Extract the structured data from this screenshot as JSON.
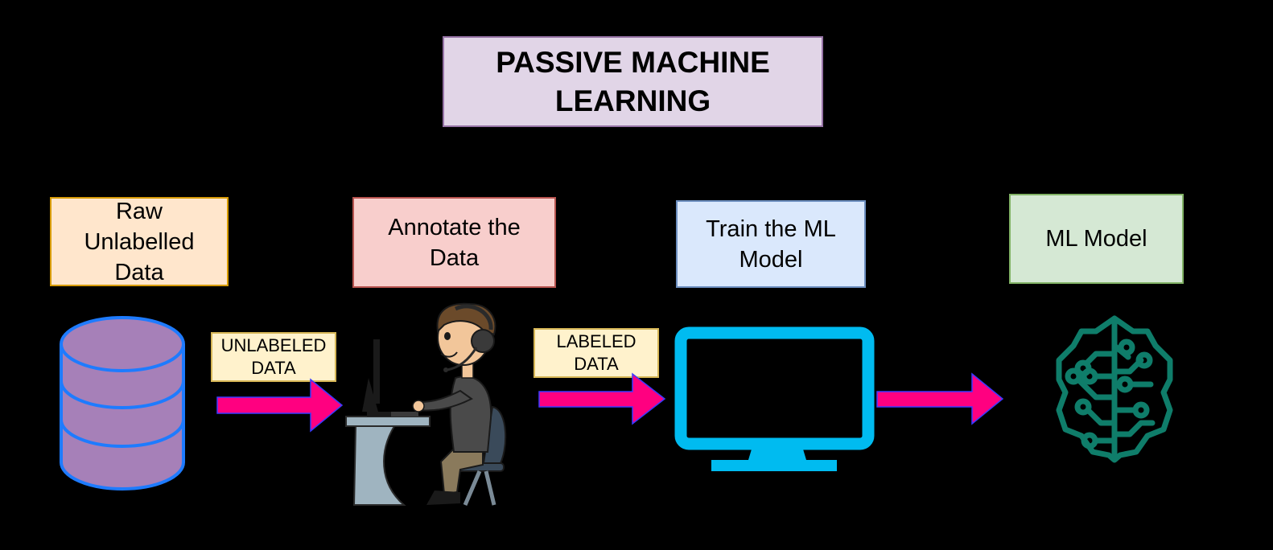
{
  "title": "PASSIVE MACHINE\nLEARNING",
  "stages": [
    {
      "label": "Raw\nUnlabelled\nData",
      "icon": "database-icon"
    },
    {
      "label": "Annotate the\nData",
      "icon": "annotator-person-icon"
    },
    {
      "label": "Train the ML\nModel",
      "icon": "monitor-icon"
    },
    {
      "label": "ML Model",
      "icon": "brain-circuit-icon"
    }
  ],
  "flow_labels": {
    "unlabeled": "UNLABELED\nDATA",
    "labeled": "LABELED\nDATA"
  },
  "colors": {
    "background": "#000000",
    "title_fill": "#e1d5e7",
    "title_stroke": "#9673a6",
    "raw_fill": "#ffe6cc",
    "annotate_fill": "#f8cecc",
    "train_fill": "#dae8fc",
    "model_fill": "#d5e8d4",
    "tag_fill": "#fff2cc",
    "arrow": "#ff0080",
    "database_fill": "#a680b8",
    "database_stroke": "#1e7bff",
    "monitor": "#00bbf0",
    "brain": "#0f7d6a"
  }
}
